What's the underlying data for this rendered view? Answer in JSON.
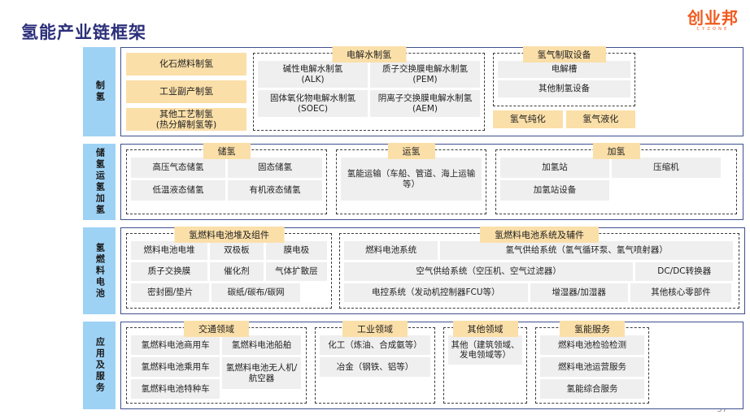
{
  "page_title": "氢能产业链框架",
  "page_number": "37",
  "logo": {
    "cn": "创业邦",
    "en": "CYZONE"
  },
  "colors": {
    "title": "#2b2f7a",
    "band_label_bg": "#9ed2f5",
    "caption_bg": "#fbdfa8",
    "cell_bg": "#efefef",
    "frame_border": "#3f4f8f",
    "logo": "#f05a1e"
  },
  "bands": [
    {
      "label": "制氢",
      "groups": {
        "primary_orange": [
          "化石燃料制氢",
          "工业副产制氢",
          "其他工艺制氢\n(热分解制氢等)"
        ],
        "electrolysis": {
          "caption": "电解水制氢",
          "cells": [
            "碱性电解水制氢\n(ALK)",
            "质子交换膜电解水制氢\n(PEM)",
            "固体氧化物电解水制氢\n(SOEC)",
            "阴离子交换膜电解水制氢\n(AEM)"
          ]
        },
        "equipment": {
          "caption": "氢气制取设备",
          "cells": [
            "电解槽",
            "其他制氢设备"
          ],
          "extra_orange": [
            "氢气纯化",
            "氢气液化"
          ]
        }
      }
    },
    {
      "label": "储氢运氢加氢",
      "groups": {
        "storage": {
          "caption": "储氢",
          "cells": [
            "高压气态储氢",
            "固态储氢",
            "低温液态储氢",
            "有机液态储氢"
          ]
        },
        "transport": {
          "caption": "运氢",
          "cells": [
            "氢能运输（车船、管道、海上运输等）"
          ]
        },
        "refueling": {
          "caption": "加氢",
          "cells": [
            "加氢站",
            "压缩机",
            "加氢站设备"
          ]
        }
      }
    },
    {
      "label": "氢燃料电池",
      "groups": {
        "stack": {
          "caption": "氢燃料电池堆及组件",
          "rows": [
            [
              "燃料电池电堆",
              "双极板",
              "膜电极"
            ],
            [
              "质子交换膜",
              "催化剂",
              "气体扩散层"
            ],
            [
              "密封圈/垫片",
              "碳纸/碳布/碳网"
            ]
          ]
        },
        "system": {
          "caption": "氢燃料电池系统及辅件",
          "rows": [
            [
              "燃料电池系统",
              "氢气供给系统（氢气循环泵、氢气喷射器）"
            ],
            [
              "空气供给系统（空压机、空气过滤器）",
              "DC/DC转换器"
            ],
            [
              "电控系统（发动机控制器FCU等）",
              "增湿器/加湿器",
              "其他核心零部件"
            ]
          ]
        }
      }
    },
    {
      "label": "应用及服务",
      "groups": {
        "transport_field": {
          "caption": "交通领域",
          "left": [
            "氢燃料电池商用车",
            "氢燃料电池乘用车",
            "氢燃料电池特种车"
          ],
          "right": [
            "氢燃料电池船舶",
            "氢燃料电池无人机/航空器"
          ]
        },
        "industry_field": {
          "caption": "工业领域",
          "cells": [
            "化工（炼油、合成氨等）",
            "冶金（钢铁、铝等）"
          ]
        },
        "other_field": {
          "caption": "其他领域",
          "cells": [
            "其他（建筑领域、发电领域等）"
          ]
        },
        "services": {
          "caption": "氢能服务",
          "cells": [
            "燃料电池检验检测",
            "燃料电池运营服务",
            "氢能综合服务"
          ]
        }
      }
    }
  ]
}
